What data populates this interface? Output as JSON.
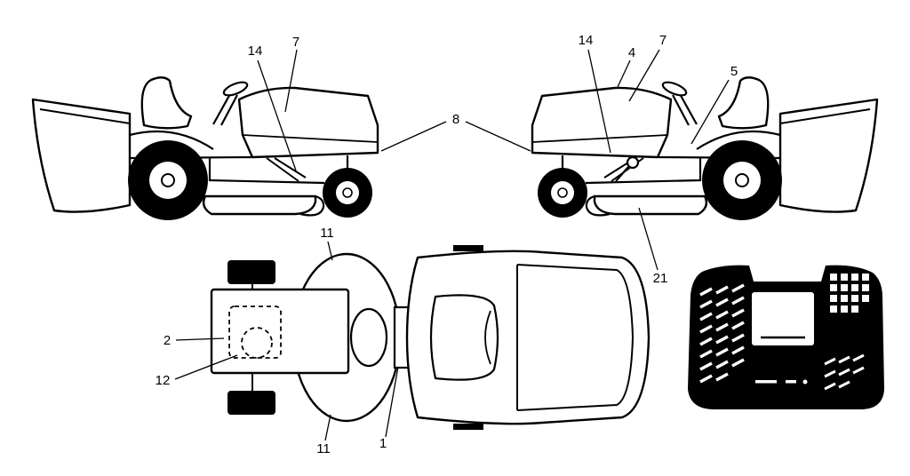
{
  "figure": {
    "description": "Lawn tractor decal location diagram with two side views, a top view, and a dashboard panel silhouette",
    "colors": {
      "line": "#000000",
      "background": "#ffffff",
      "panel_fill": "#000000"
    },
    "callouts": {
      "left_14": "14",
      "left_7": "7",
      "center_8": "8",
      "right_14": "14",
      "right_4": "4",
      "right_7": "7",
      "right_5": "5",
      "right_21": "21",
      "top_11_upper": "11",
      "top_11_lower": "11",
      "top_2": "2",
      "top_12": "12",
      "top_1": "1"
    }
  }
}
